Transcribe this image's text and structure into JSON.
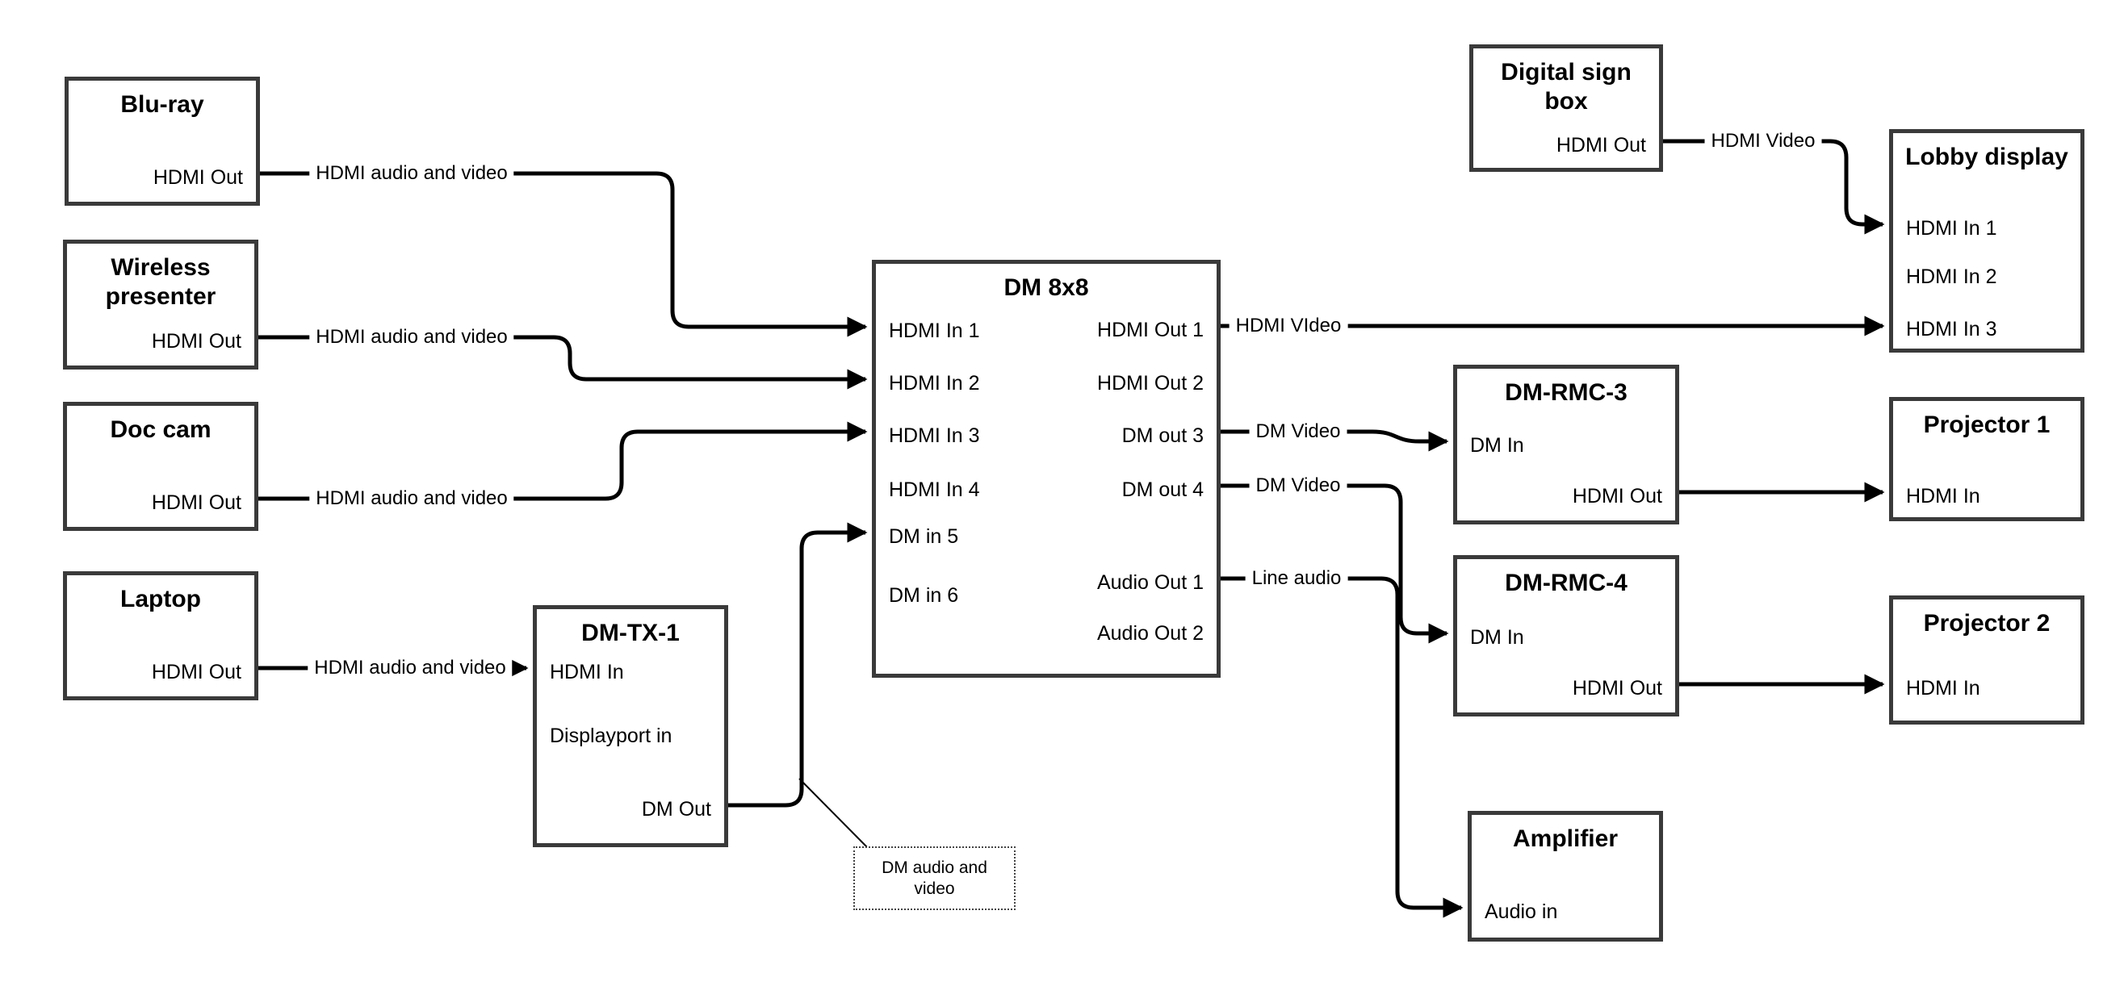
{
  "boxes": {
    "bluray": {
      "title": "Blu-ray",
      "ports": {
        "hdmi_out": "HDMI Out"
      }
    },
    "wireless_presenter": {
      "title": "Wireless presenter",
      "ports": {
        "hdmi_out": "HDMI Out"
      }
    },
    "doc_cam": {
      "title": "Doc cam",
      "ports": {
        "hdmi_out": "HDMI Out"
      }
    },
    "laptop": {
      "title": "Laptop",
      "ports": {
        "hdmi_out": "HDMI Out"
      }
    },
    "dm_tx_1": {
      "title": "DM-TX-1",
      "ports": {
        "hdmi_in": "HDMI In",
        "displayport_in": "Displayport in",
        "dm_out": "DM Out"
      }
    },
    "dm_8x8": {
      "title": "DM 8x8",
      "ports": {
        "hdmi_in_1": "HDMI In 1",
        "hdmi_in_2": "HDMI In 2",
        "hdmi_in_3": "HDMI In 3",
        "hdmi_in_4": "HDMI In 4",
        "dm_in_5": "DM in 5",
        "dm_in_6": "DM in 6",
        "hdmi_out_1": "HDMI Out 1",
        "hdmi_out_2": "HDMI Out 2",
        "dm_out_3": "DM out 3",
        "dm_out_4": "DM out 4",
        "audio_out_1": "Audio Out 1",
        "audio_out_2": "Audio Out 2"
      }
    },
    "digital_sign_box": {
      "title": "Digital sign box",
      "ports": {
        "hdmi_out": "HDMI Out"
      }
    },
    "lobby_display": {
      "title": "Lobby display",
      "ports": {
        "hdmi_in_1": "HDMI In 1",
        "hdmi_in_2": "HDMI In 2",
        "hdmi_in_3": "HDMI In 3"
      }
    },
    "dm_rmc_3": {
      "title": "DM-RMC-3",
      "ports": {
        "dm_in": "DM In",
        "hdmi_out": "HDMI Out"
      }
    },
    "dm_rmc_4": {
      "title": "DM-RMC-4",
      "ports": {
        "dm_in": "DM In",
        "hdmi_out": "HDMI Out"
      }
    },
    "projector_1": {
      "title": "Projector 1",
      "ports": {
        "hdmi_in": "HDMI In"
      }
    },
    "projector_2": {
      "title": "Projector 2",
      "ports": {
        "hdmi_in": "HDMI In"
      }
    },
    "amplifier": {
      "title": "Amplifier",
      "ports": {
        "audio_in": "Audio in"
      }
    }
  },
  "connection_labels": {
    "bluray_to_dm8x8": "HDMI audio and video",
    "wireless_to_dm8x8": "HDMI audio and video",
    "doccam_to_dm8x8": "HDMI audio and video",
    "laptop_to_dmtx1": "HDMI audio and video",
    "hdmi_out_1": "HDMI VIdeo",
    "dm_out_3": "DM Video",
    "dm_out_4": "DM Video",
    "audio_out_1": "Line audio",
    "digital_sign": "HDMI Video"
  },
  "annotation": {
    "text": "DM audio and video"
  },
  "colors": {
    "line": "#000000",
    "box_border": "#3a3a3a",
    "background": "#ffffff",
    "text": "#000000"
  }
}
